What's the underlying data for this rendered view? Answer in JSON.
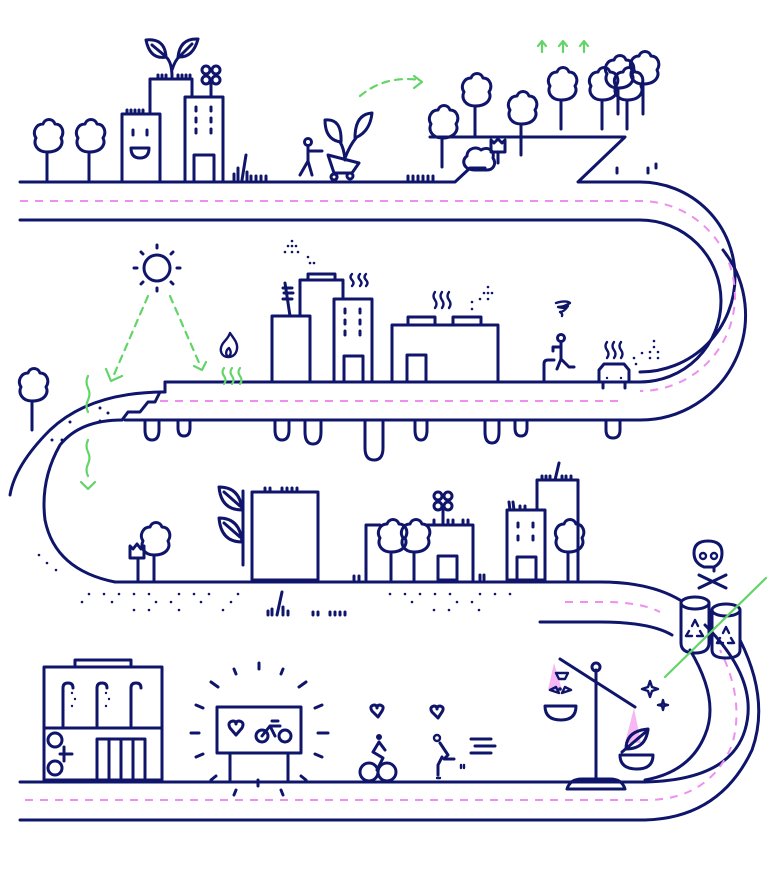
{
  "colors": {
    "line": "#0f156b",
    "lane_marking": "#ee8ff0",
    "accent_green": "#63d468",
    "background": "#ffffff"
  },
  "scenes": [
    {
      "name": "green-city",
      "icons": [
        "tree-icon",
        "smiling-building-icon",
        "plant-icon",
        "flower-icon",
        "wheelbarrow-person-icon",
        "forest-icon"
      ]
    },
    {
      "name": "polluted-city",
      "icons": [
        "sun-icon",
        "fire-icon",
        "heat-waves-icon",
        "factory-icon",
        "elderly-person-icon",
        "car-exhaust-icon",
        "melting-road"
      ]
    },
    {
      "name": "sustainable-district",
      "icons": [
        "tree-icon",
        "climbing-plant-icon",
        "rooftop-garden-icon"
      ]
    },
    {
      "name": "cycling-mobility",
      "icons": [
        "shower-building-icon",
        "bike-billboard-icon",
        "cyclist-icon",
        "skater-icon",
        "scale-icon",
        "skull-icon",
        "radioactive-barrel-icon"
      ]
    }
  ]
}
